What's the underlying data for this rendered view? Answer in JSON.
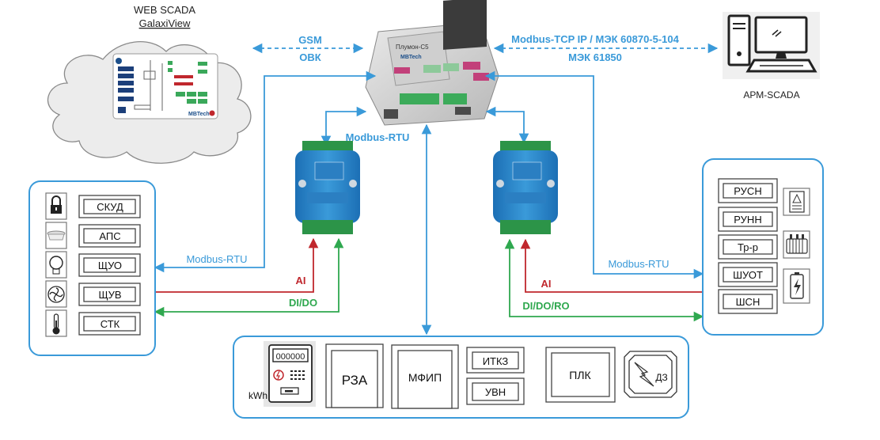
{
  "web_scada": {
    "line1": "WEB SCADA",
    "line2": "GalaxiView"
  },
  "cloud_screen_logo": "MBTech",
  "gateway": {
    "name": "Плумон-С5",
    "logo": "MBTech"
  },
  "links": {
    "gsm": "GSM",
    "obk": "ОВК",
    "protocols_line1": "Modbus-TCP IP / МЭК 60870-5-104",
    "protocols_line2": "МЭК 61850",
    "modbus_rtu_top": "Modbus-RTU",
    "modbus_rtu_left": "Modbus-RTU",
    "modbus_rtu_right": "Modbus-RTU",
    "ai_left": "AI",
    "dido_left": "DI/DO",
    "ai_right": "AI",
    "didoro_right": "DI/DO/RO"
  },
  "arm": {
    "label": "АРМ-SCADA"
  },
  "left_panel": {
    "items": [
      {
        "label": "СКУД",
        "icon": "padlock-icon"
      },
      {
        "label": "АПС",
        "icon": "smoke-detector-icon"
      },
      {
        "label": "ЩУО",
        "icon": "light-bulb-icon"
      },
      {
        "label": "ЩУВ",
        "icon": "fan-icon"
      },
      {
        "label": "СТК",
        "icon": "thermometer-icon"
      }
    ]
  },
  "right_panel": {
    "items": [
      {
        "label": "РУСН"
      },
      {
        "label": "РУНН"
      },
      {
        "label": "Тр-р"
      },
      {
        "label": "ШУОТ"
      },
      {
        "label": "ШСН"
      }
    ],
    "icons": [
      "switchgear-icon",
      "transformer-icon",
      "battery-icon"
    ]
  },
  "bottom_panel": {
    "meter_display": "000000",
    "meter_unit": "kWh",
    "rza": "РЗА",
    "mfip": "МФИП",
    "itkz": "ИТКЗ",
    "uvn": "УВН",
    "plk": "ПЛК",
    "dz": "ДЗ"
  },
  "colors": {
    "blue": "#3a9ad9",
    "red": "#c0272d",
    "green": "#2fa84f",
    "dashed_blue": "#3a9ad9"
  }
}
